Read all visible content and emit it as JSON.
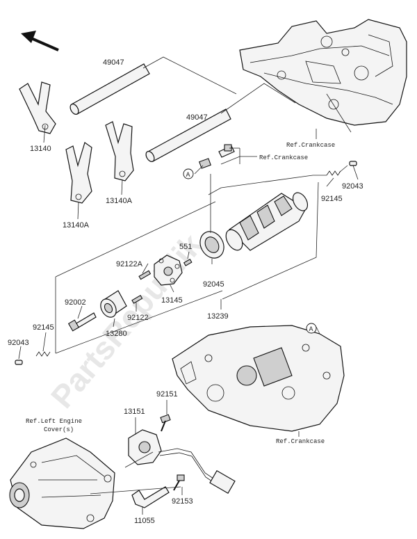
{
  "watermark": "PartsRepublik",
  "labels": {
    "p49047a": "49047",
    "p49047b": "49047",
    "p13140": "13140",
    "p13140A_1": "13140A",
    "p13140A_2": "13140A",
    "p92043a": "92043",
    "p92145a": "92145",
    "p551": "551",
    "p92122A": "92122A",
    "p92045": "92045",
    "p13145": "13145",
    "p92002": "92002",
    "p92122": "92122",
    "p13239": "13239",
    "p92145b": "92145",
    "p13280": "13280",
    "p92043b": "92043",
    "p92151": "92151",
    "p13151": "13151",
    "p92153": "92153",
    "p11055": "11055"
  },
  "refs": {
    "crankcase_top": "Ref.Crankcase",
    "crankcase_mid": "Ref.Crankcase",
    "crankcase_bottom": "Ref.Crankcase",
    "left_cover_line1": "Ref.Left Engine",
    "left_cover_line2": "Cover(s)"
  },
  "markers": {
    "a1": "A",
    "a2": "A"
  }
}
